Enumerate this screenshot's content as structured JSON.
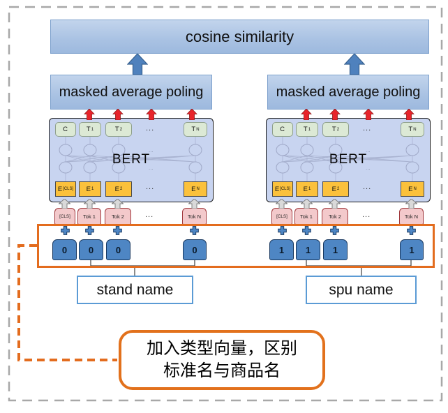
{
  "diagram": {
    "cosine_label": "cosine similarity",
    "layer_dots": "...",
    "colors": {
      "accent_orange": "#E36C1E",
      "panel_blue": "#A9C2E3",
      "bert_fill": "#C8D4F0",
      "output_green": "#DCE9D5",
      "embedding_yellow": "#FBC13C",
      "token_pink": "#F3C9CB",
      "type_vector_blue": "#4E86C4",
      "red_arrow": "#E8242B",
      "name_box_border": "#5B9BD5",
      "outer_dash_gray": "#A8A8A8"
    }
  },
  "towers": [
    {
      "pooling_label": "masked average poling",
      "bert_label": "BERT",
      "outputs": [
        {
          "base": "C",
          "sub": ""
        },
        {
          "base": "T",
          "sub": "1"
        },
        {
          "base": "T",
          "sub": "2"
        },
        {
          "base": "T",
          "sub": "N"
        }
      ],
      "outputs_dots": "...",
      "embeddings": [
        {
          "base": "E",
          "sub": "[CLS]"
        },
        {
          "base": "E",
          "sub": "1"
        },
        {
          "base": "E",
          "sub": "2"
        },
        {
          "base": "E",
          "sub": "N"
        }
      ],
      "embeddings_dots": "...",
      "input_tokens": [
        "[CLS]",
        "Tok 1",
        "Tok 2",
        "Tok N"
      ],
      "input_dots": "...",
      "type_values": [
        "0",
        "0",
        "0",
        "0"
      ],
      "name_label": "stand name"
    },
    {
      "pooling_label": "masked average poling",
      "bert_label": "BERT",
      "outputs": [
        {
          "base": "C",
          "sub": ""
        },
        {
          "base": "T",
          "sub": "1"
        },
        {
          "base": "T",
          "sub": "2"
        },
        {
          "base": "T",
          "sub": "N"
        }
      ],
      "outputs_dots": "...",
      "embeddings": [
        {
          "base": "E",
          "sub": "[CLS]"
        },
        {
          "base": "E",
          "sub": "1"
        },
        {
          "base": "E",
          "sub": "2"
        },
        {
          "base": "E",
          "sub": "N"
        }
      ],
      "embeddings_dots": "...",
      "input_tokens": [
        "[CLS]",
        "Tok 1",
        "Tok 2",
        "Tok N"
      ],
      "input_dots": "...",
      "type_values": [
        "1",
        "1",
        "1",
        "1"
      ],
      "name_label": "spu name"
    }
  ],
  "callout": {
    "line1": "加入类型向量，区别",
    "line2": "标准名与商品名"
  }
}
